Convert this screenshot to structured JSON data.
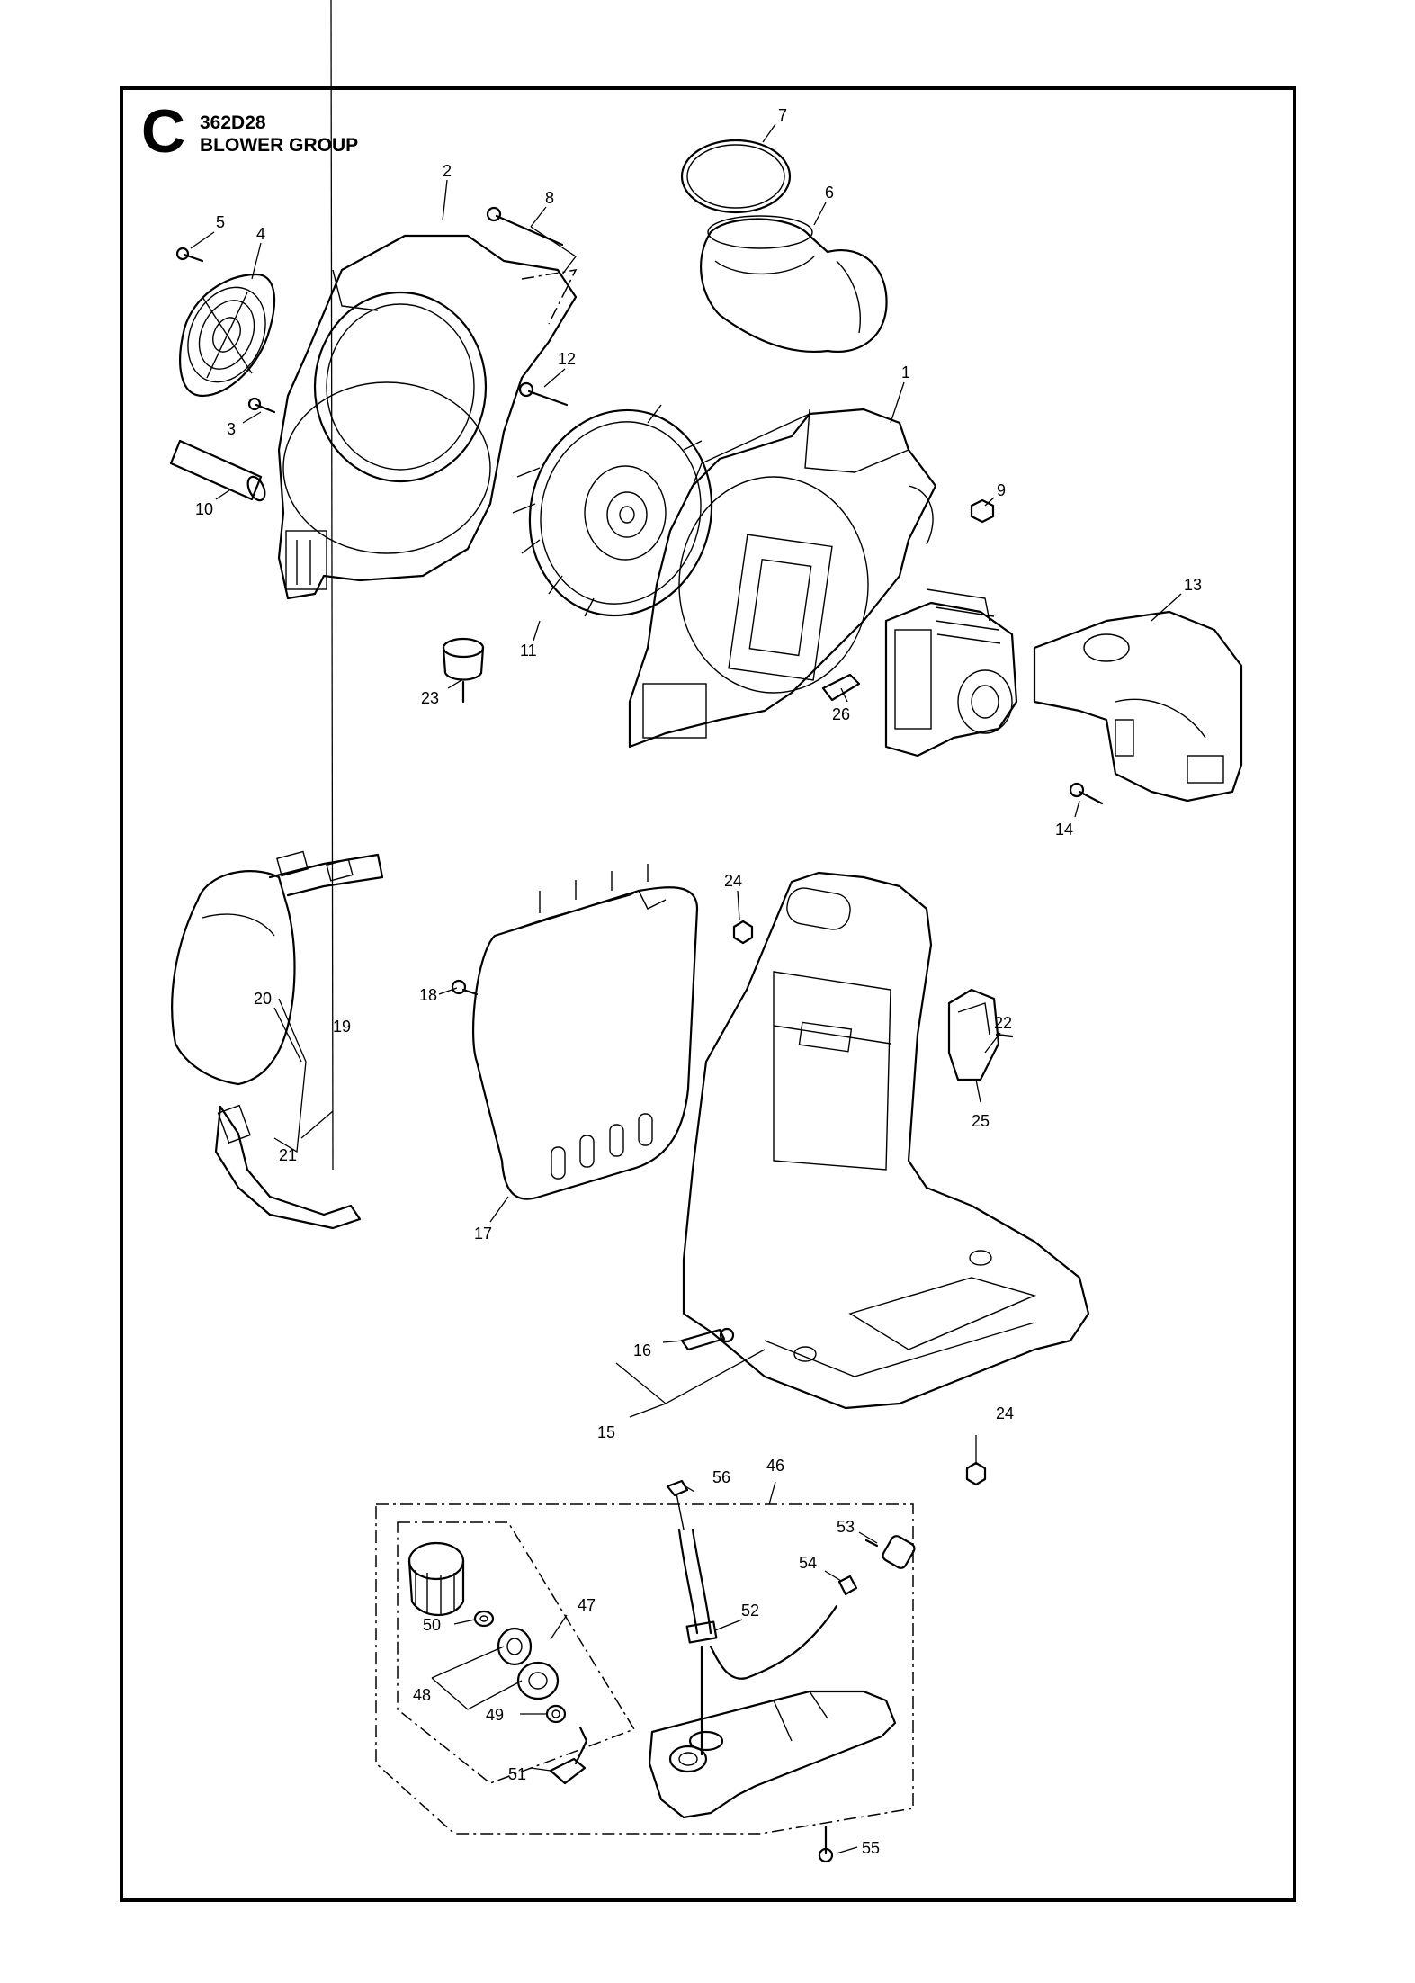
{
  "header": {
    "section_letter": "C",
    "model_code": "362D28",
    "group_title": "BLOWER GROUP"
  },
  "callouts": [
    "1",
    "2",
    "3",
    "4",
    "5",
    "6",
    "7",
    "8",
    "9",
    "10",
    "11",
    "12",
    "13",
    "14",
    "15",
    "16",
    "17",
    "18",
    "19",
    "20",
    "21",
    "22",
    "23",
    "24",
    "24",
    "25",
    "26",
    "46",
    "47",
    "48",
    "49",
    "50",
    "51",
    "52",
    "53",
    "54",
    "55",
    "56"
  ]
}
